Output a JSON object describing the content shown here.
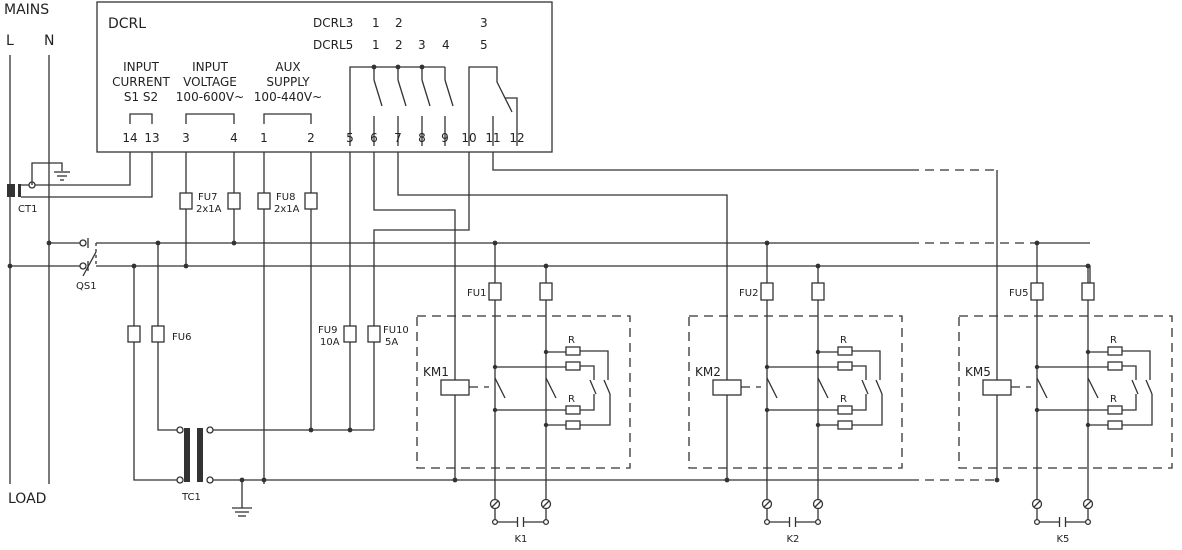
{
  "mains": {
    "title": "MAINS",
    "L": "L",
    "N": "N",
    "load": "LOAD"
  },
  "controller": {
    "name": "DCRL",
    "model3": "DCRL3",
    "model5": "DCRL5",
    "dcrl3_steps": [
      "1",
      "2",
      "3"
    ],
    "dcrl5_steps": [
      "1",
      "2",
      "3",
      "4",
      "5"
    ],
    "input_current": [
      "INPUT",
      "CURRENT",
      "S1  S2"
    ],
    "input_voltage": [
      "INPUT",
      "VOLTAGE",
      "100-600V~"
    ],
    "aux_supply": [
      "AUX",
      "SUPPLY",
      "100-440V~"
    ],
    "terminals": [
      "14",
      "13",
      "3",
      "4",
      "1",
      "2",
      "5",
      "6",
      "7",
      "8",
      "9",
      "10",
      "11",
      "12"
    ]
  },
  "components": {
    "ct": "CT1",
    "switch": "QS1",
    "transformer": "TC1",
    "fu6": "FU6",
    "fu7": [
      "FU7",
      "2x1A"
    ],
    "fu8": [
      "FU8",
      "2x1A"
    ],
    "fu9": [
      "FU9",
      "10A"
    ],
    "fu10": [
      "FU10",
      "5A"
    ]
  },
  "stages": [
    {
      "contactor": "KM1",
      "fuse": "FU1",
      "capacitor": "K1",
      "resistor": "R"
    },
    {
      "contactor": "KM2",
      "fuse": "FU2",
      "capacitor": "K2",
      "resistor": "R"
    },
    {
      "contactor": "KM5",
      "fuse": "FU5",
      "capacitor": "K5",
      "resistor": "R"
    }
  ],
  "colors": {
    "line": "#333333",
    "text": "#222222",
    "background": "#ffffff"
  }
}
